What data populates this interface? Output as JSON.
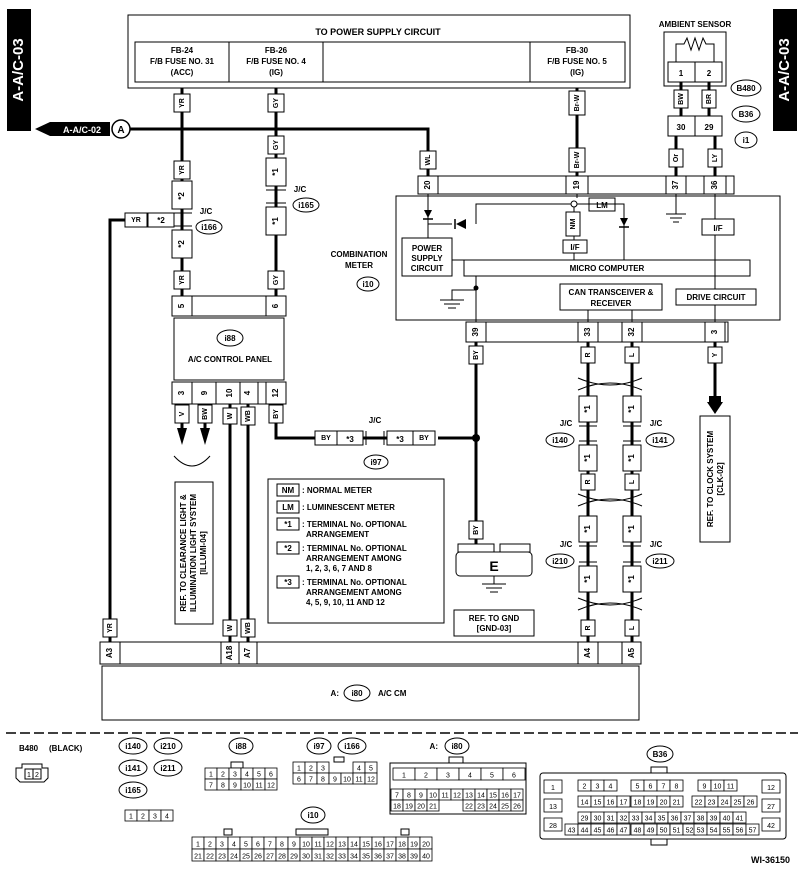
{
  "side_tabs": {
    "left": "A-A/C-03",
    "right": "A-A/C-03"
  },
  "power": {
    "title": "TO POWER SUPPLY CIRCUIT",
    "fuses": [
      {
        "line1": "FB-24",
        "line2": "F/B FUSE NO. 31",
        "line3": "(ACC)"
      },
      {
        "line1": "FB-26",
        "line2": "F/B FUSE NO. 4",
        "line3": "(IG)"
      },
      {
        "line1": "FB-30",
        "line2": "F/B FUSE NO. 5",
        "line3": "(IG)"
      }
    ]
  },
  "ambient": {
    "title": "AMBIENT SENSOR",
    "pin1": "1",
    "pin2": "2",
    "pin30": "30",
    "pin29": "29",
    "b480": "B480",
    "b36": "B36",
    "i1": "i1",
    "w_bw": "BW",
    "w_br": "BR",
    "w_or": "Or",
    "w_ly": "LY"
  },
  "off_page": {
    "label": "A-A/C-02",
    "letter": "A"
  },
  "wires": {
    "yr": "YR",
    "gy": "GY",
    "brw": "Br-W",
    "wl": "WL",
    "v": "V",
    "bw": "BW",
    "w": "W",
    "wb": "WB",
    "by": "BY",
    "r": "R",
    "l": "L",
    "y": "Y"
  },
  "marks": {
    "s1": "*1",
    "s2": "*2",
    "s3": "*3"
  },
  "jc": {
    "label": "J/C",
    "i165": "i165",
    "i166": "i166",
    "i97": "i97",
    "i140": "i140",
    "i141": "i141",
    "i210": "i210",
    "i211": "i211"
  },
  "meter": {
    "title1": "COMBINATION",
    "title2": "METER",
    "conn": "i10",
    "pins": [
      "20",
      "19",
      "37",
      "36"
    ],
    "ps1": "POWER",
    "ps2": "SUPPLY",
    "ps3": "CIRCUIT",
    "micro": "MICRO COMPUTER",
    "nm": "NM",
    "lm": "LM",
    "if": "I/F",
    "can1": "CAN TRANSCEIVER &",
    "can2": "RECEIVER",
    "drive": "DRIVE CIRCUIT",
    "bpins": [
      "39",
      "33",
      "32",
      "3"
    ]
  },
  "panel": {
    "conn": "i88",
    "title": "A/C CONTROL PANEL",
    "top_pins": [
      "5",
      "6"
    ],
    "bot_pins": [
      "3",
      "9",
      "10",
      "4",
      "12"
    ]
  },
  "legend": [
    {
      "tag": "NM",
      "text1": ": NORMAL METER",
      "text2": "",
      "text3": ""
    },
    {
      "tag": "LM",
      "text1": ": LUMINESCENT METER",
      "text2": "",
      "text3": ""
    },
    {
      "tag": "*1",
      "text1": ": TERMINAL No. OPTIONAL",
      "text2": "ARRANGEMENT",
      "text3": ""
    },
    {
      "tag": "*2",
      "text1": ": TERMINAL No. OPTIONAL",
      "text2": "ARRANGEMENT AMONG",
      "text3": "1, 2, 3, 6, 7 AND 8"
    },
    {
      "tag": "*3",
      "text1": ": TERMINAL No. OPTIONAL",
      "text2": "ARRANGEMENT AMONG",
      "text3": "4, 5, 9, 10, 11 AND 12"
    }
  ],
  "refs": {
    "illum1": "REF. TO CLEARANCE LIGHT &",
    "illum2": "ILLUMINATION LIGHT SYSTEM",
    "illum3": "[ILLUMI-04]",
    "gnd_letter": "E",
    "gnd1": "REF. TO GND",
    "gnd2": "[GND-03]",
    "clk1": "REF. TO CLOCK SYSTEM",
    "clk2": "[CLK-02]"
  },
  "acm": {
    "prefix": "A:",
    "conn": "i80",
    "title": "A/C CM",
    "pins": [
      "A3",
      "A18",
      "A7",
      "A4",
      "A5"
    ]
  },
  "connectors": {
    "b480_label": "B480",
    "b480_color": "(BLACK)",
    "b480_pins": [
      "1",
      "2"
    ],
    "c_i140": "i140",
    "c_i210": "i210",
    "c_i141": "i141",
    "c_i211": "i211",
    "c_i165": "i165",
    "small4": [
      "1",
      "2",
      "3",
      "4"
    ],
    "i88_label": "i88",
    "i88_rows": [
      [
        "1",
        "2",
        "3",
        "4",
        "5",
        "6"
      ],
      [
        "7",
        "8",
        "9",
        "10",
        "11",
        "12"
      ]
    ],
    "i97_label": "i97",
    "i166_label": "i166",
    "i97_row1a": [
      "1",
      "2",
      "3"
    ],
    "i97_row1b": [
      "4",
      "5"
    ],
    "i97_row2": [
      "6",
      "7",
      "8",
      "9",
      "10",
      "11",
      "12"
    ],
    "i80_prefix": "A:",
    "i80_label": "i80",
    "i80_row1": [
      "1",
      "2",
      "3",
      "4",
      "5",
      "6"
    ],
    "i80_row2": [
      "7",
      "8",
      "9",
      "10",
      "11",
      "12",
      "13",
      "14",
      "15",
      "16",
      "17"
    ],
    "i80_row3a": [
      "18",
      "19",
      "20",
      "21"
    ],
    "i80_row3b": [
      "22",
      "23",
      "24",
      "25",
      "26"
    ],
    "i10_label": "i10",
    "i10_row1": [
      "1",
      "2",
      "3",
      "4",
      "5",
      "6",
      "7",
      "8",
      "9",
      "10",
      "11",
      "12",
      "13",
      "14",
      "15",
      "16",
      "17",
      "18",
      "19",
      "20"
    ],
    "i10_row2": [
      "21",
      "22",
      "23",
      "24",
      "25",
      "26",
      "27",
      "28",
      "29",
      "30",
      "31",
      "32",
      "33",
      "34",
      "35",
      "36",
      "37",
      "38",
      "39",
      "40"
    ],
    "b36_label": "B36",
    "b36_r1a": [
      "2",
      "3",
      "4"
    ],
    "b36_r1b": [
      "5",
      "6",
      "7",
      "8"
    ],
    "b36_r1c": [
      "9",
      "10",
      "11"
    ],
    "b36_r2a": [
      "14",
      "15",
      "16",
      "17"
    ],
    "b36_r2b": [
      "18",
      "19",
      "20",
      "21"
    ],
    "b36_r2c": [
      "22",
      "23",
      "24",
      "25",
      "26"
    ],
    "b36_r3a": [
      "29",
      "30",
      "31",
      "32"
    ],
    "b36_r3b": [
      "33",
      "34",
      "35",
      "36",
      "37"
    ],
    "b36_r3c": [
      "38",
      "39",
      "40",
      "41"
    ],
    "b36_r4a": [
      "43",
      "44",
      "45",
      "46",
      "47"
    ],
    "b36_r4b": [
      "48",
      "49",
      "50",
      "51",
      "52"
    ],
    "b36_r4c": [
      "53",
      "54",
      "55",
      "56",
      "57"
    ],
    "b36_side": [
      "1",
      "13",
      "28",
      "12",
      "27",
      "42"
    ]
  },
  "code": "WI-36150"
}
